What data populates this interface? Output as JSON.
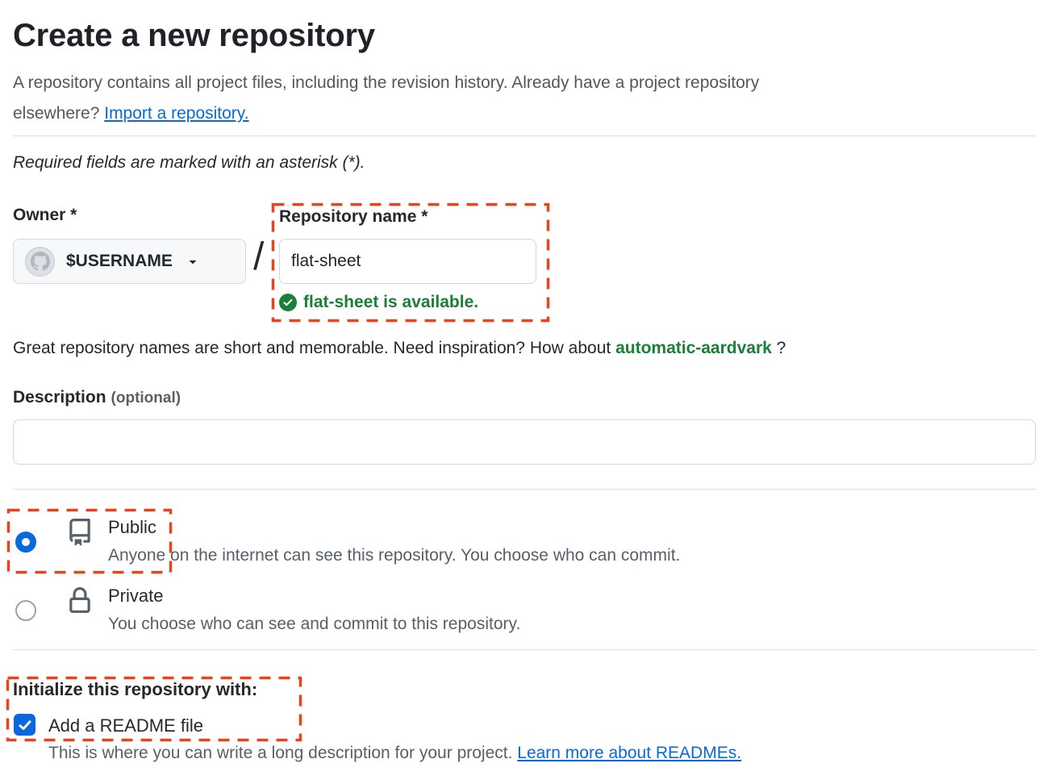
{
  "page": {
    "title": "Create a new repository",
    "intro_line1": "A repository contains all project files, including the revision history. Already have a project repository",
    "intro_line2_prefix": "elsewhere? ",
    "intro_link": "Import a repository.",
    "required_note": "Required fields are marked with an asterisk (*)."
  },
  "owner": {
    "label": "Owner *",
    "value": "$USERNAME",
    "separator": "/"
  },
  "repo_name": {
    "label": "Repository name *",
    "value": "flat-sheet",
    "availability_message": "flat-sheet is available."
  },
  "hint": {
    "text_before": "Great repository names are short and memorable. Need inspiration? How about ",
    "suggestion": "automatic-aardvark",
    "text_after": " ?"
  },
  "description": {
    "label": "Description",
    "optional": "(optional)",
    "value": "",
    "placeholder": ""
  },
  "visibility": {
    "public": {
      "label": "Public",
      "description": "Anyone on the internet can see this repository. You choose who can commit.",
      "selected": true
    },
    "private": {
      "label": "Private",
      "description": "You choose who can see and commit to this repository.",
      "selected": false
    }
  },
  "initialize": {
    "label": "Initialize this repository with:",
    "readme_checkbox": {
      "label": "Add a README file",
      "checked": true,
      "note_text": "This is where you can write a long description for your project. ",
      "note_link": "Learn more about READMEs."
    }
  },
  "icons": {
    "avatar": "octocat-icon",
    "owner_dropdown": "triangle-down-icon",
    "availability": "check-circle-icon",
    "public": "repo-book-icon",
    "private": "lock-icon",
    "readme": "checkmark-icon"
  },
  "colors": {
    "accent_blue": "#0969da",
    "success_green": "#1a7f37",
    "annotation_orange": "#e8431c",
    "muted_text": "#57606a",
    "border": "#d0d7de"
  },
  "annotations": {
    "style": "dashed-rectangle",
    "color": "#e8431c",
    "targets": [
      "repository-name-field",
      "public-visibility-option",
      "initialize-readme-section"
    ]
  }
}
